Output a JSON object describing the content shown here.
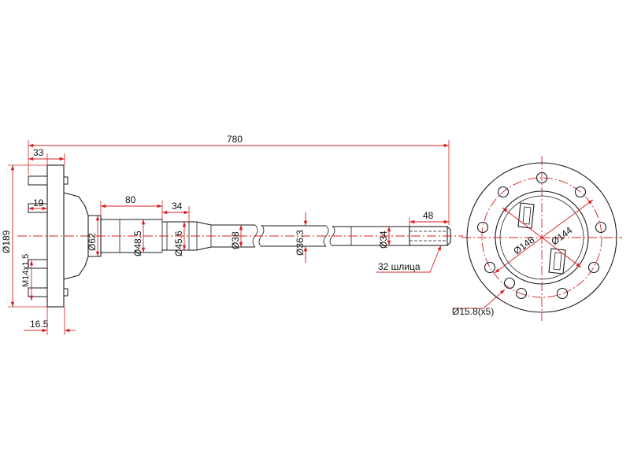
{
  "labels": {
    "overall_length": "780",
    "flange_offset": "33",
    "flange_diameter": "Ø189",
    "stud_protrusion": "19",
    "stud_thread": "M14x1.5",
    "flange_thickness": "16.5",
    "seat_length": "80",
    "groove_length": "34",
    "diameter_62": "Ø62",
    "diameter_48_5": "Ø48.5",
    "diameter_45_6": "Ø45.6",
    "diameter_38": "Ø38",
    "diameter_36_3": "Ø36.3",
    "diameter_34": "Ø34",
    "spline_length": "48",
    "spline_count": "32 шлица",
    "pcd_148": "Ø148",
    "pcd_144": "Ø144",
    "bolt_holes": "Ø15.8(x5)"
  },
  "colors": {
    "outline": "#1a1a1a",
    "dimension": "#d42020",
    "text": "#111111"
  }
}
